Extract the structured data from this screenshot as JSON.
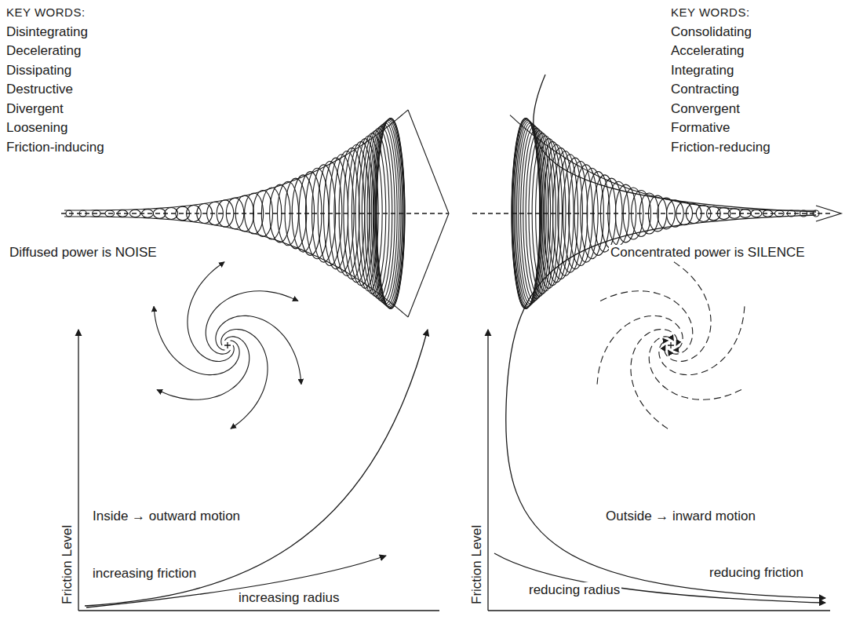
{
  "diagram": {
    "labels": [
      "KEY WORDS:",
      "Disintegrating",
      "Decelerating",
      "Dissipating",
      "Destructive",
      "Divergent",
      "Loosening",
      "Friction-inducing",
      "KEY WORDS:",
      "Consolidating",
      "Accelerating",
      "Integrating",
      "Contracting",
      "Convergent",
      "Formative",
      "Friction-reducing",
      "Diffused power is NOISE",
      "Concentrated power is SILENCE",
      "Inside → outward motion",
      "Outside → inward motion",
      "Friction Level",
      "increasing friction",
      "increasing radius",
      "Friction Level",
      "reducing radius",
      "reducing friction"
    ]
  }
}
